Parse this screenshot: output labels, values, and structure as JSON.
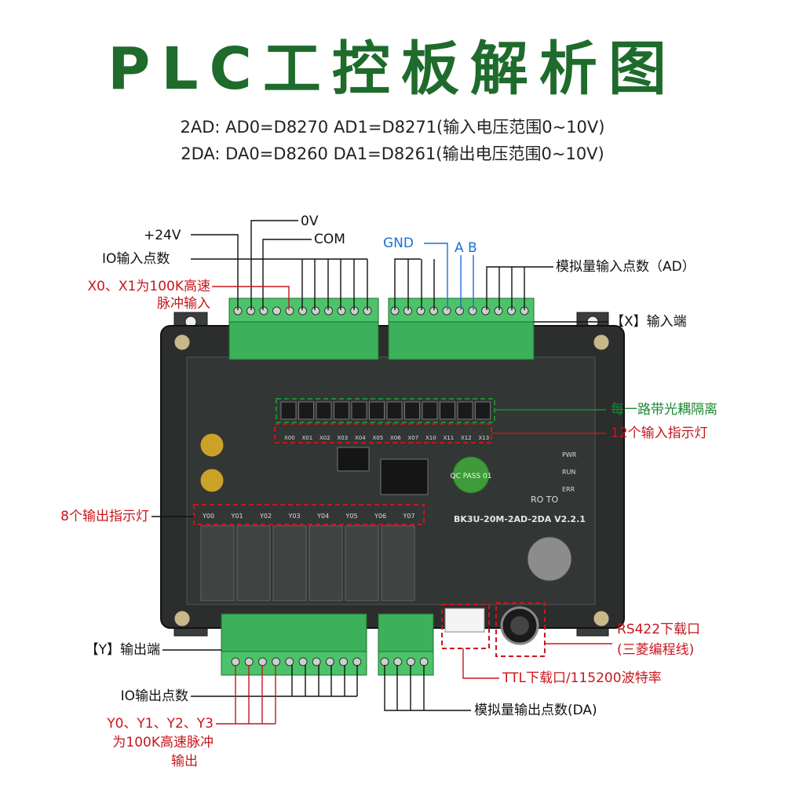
{
  "title": "PLC工控板解析图",
  "spec_ad": "2AD:  AD0=D8270 AD1=D8271(输入电压范围0~10V)",
  "spec_da": "2DA:  DA0=D8260 DA1=D8261(输出电压范围0~10V)",
  "board": {
    "model": "BK3U-20M-2AD-2DA V2.2.1",
    "input_terms": [
      "X00",
      "X01",
      "X02",
      "X03",
      "X04",
      "X05",
      "X06",
      "X07",
      "X10",
      "X11",
      "X12",
      "X13"
    ],
    "output_terms": [
      "Y00",
      "Y01",
      "Y02",
      "Y03",
      "Y04",
      "Y05",
      "Y06",
      "Y07"
    ],
    "status_leds": [
      "PWR",
      "RUN",
      "ERR"
    ],
    "rx_tx": "RO  TO",
    "pass_sticker": "QC PASS 01"
  },
  "labels": {
    "v24": "+24V",
    "ov": "0V",
    "com": "COM",
    "io_in": "IO输入点数",
    "x0x1_line1": "X0、X1为100K高速",
    "x0x1_line2": "脉冲输入",
    "gnd": "GND",
    "a": "A",
    "b": "B",
    "analog_in": "模拟量输入点数（AD）",
    "x_port": "【X】输入端",
    "optocoupler": "每一路带光耦隔离",
    "in_leds": "12个输入指示灯",
    "out_leds": "8个输出指示灯",
    "y_port": "【Y】输出端",
    "io_out": "IO输出点数",
    "y_fast_1": "Y0、Y1、Y2、Y3",
    "y_fast_2": "为100K高速脉冲",
    "y_fast_3": "输出",
    "analog_out": "模拟量输出点数(DA)",
    "rs422_1": "RS422下载口",
    "rs422_2": "(三菱编程线)",
    "ttl": "TTL下载口/115200波特率"
  },
  "colors": {
    "title": "#1e6b2c",
    "red": "#c8161d",
    "blue": "#1f6fd1",
    "green": "#1e8a34",
    "terminal": "#3cb05a",
    "board": "#2e3130"
  }
}
